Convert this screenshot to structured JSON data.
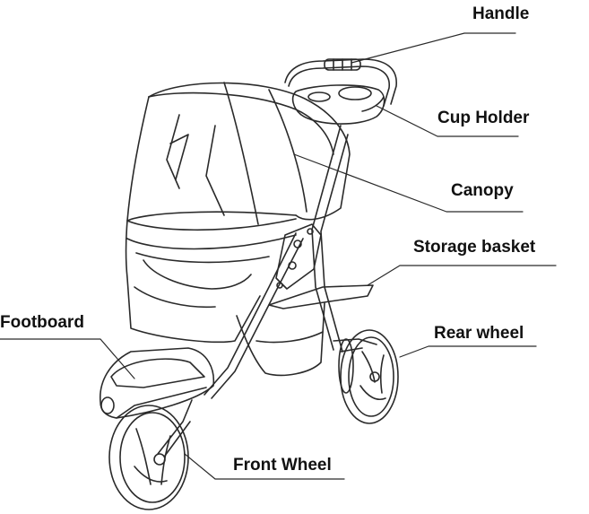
{
  "diagram": {
    "labels": {
      "handle": "Handle",
      "cup_holder": "Cup Holder",
      "canopy": "Canopy",
      "storage_basket": "Storage basket",
      "rear_wheel": "Rear wheel",
      "footboard": "Footboard",
      "front_wheel": "Front Wheel"
    },
    "colors": {
      "line": "#2a2a2a",
      "text": "#111111",
      "background": "#ffffff"
    }
  }
}
